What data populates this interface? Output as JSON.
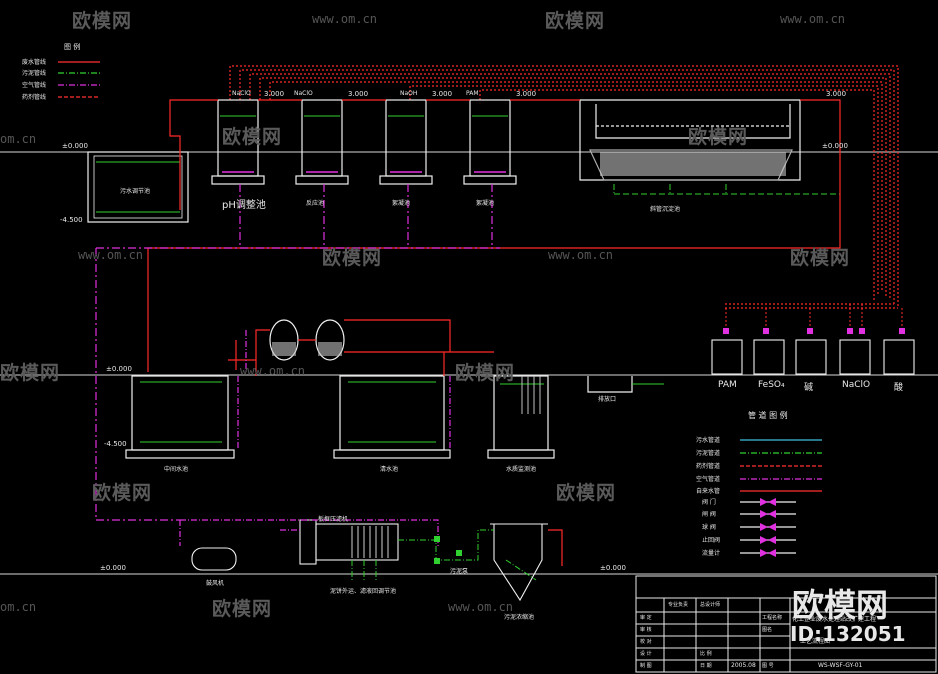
{
  "watermark": {
    "brand": "欧模网",
    "url": "www.om.cn",
    "url_short": "om.cn",
    "id_text": "ID:132051"
  },
  "legend_top": {
    "title": "图 例",
    "items": [
      {
        "label": "废水管线",
        "color": "#ff3030"
      },
      {
        "label": "污泥管线",
        "color": "#30d030"
      },
      {
        "label": "空气管线",
        "color": "#e030e0"
      },
      {
        "label": "药剂管线",
        "color": "#ff3030"
      }
    ]
  },
  "levels": {
    "top_left": "±0.000",
    "top_left_neg": "-4.500",
    "top_right": "±0.000",
    "mid_left": "±0.000",
    "mid_left_neg": "-4.500",
    "bottom_left": "±0.000",
    "bottom_right": "±0.000",
    "tank_level": "3.000",
    "right_level": "3.000"
  },
  "tanks_top": [
    {
      "label": "污水调节池",
      "chem": ""
    },
    {
      "label": "pH调整池",
      "chem": "NaClO"
    },
    {
      "label": "反应池",
      "chem": "NaClO"
    },
    {
      "label": "絮凝池",
      "chem": "NaOH"
    },
    {
      "label": "絮凝池",
      "chem": "PAM"
    },
    {
      "label": "斜管沉淀池",
      "chem": ""
    }
  ],
  "tanks_mid": [
    {
      "label": "中间水池"
    },
    {
      "label": "清水池"
    },
    {
      "label": "水质监测池"
    },
    {
      "label": "排放口"
    }
  ],
  "dosing_tanks": [
    "PAM",
    "FeSO₄",
    "碱",
    "NaClO",
    "酸"
  ],
  "bottom_equipment": {
    "blower": "鼓风机",
    "filter_press": "板框压滤机",
    "sludge_out": "泥饼外运、滤液回调节池",
    "sludge_tank": "污泥浓缩池",
    "pump": "污泥泵"
  },
  "legend_pipe": {
    "title": "管 道 图 例",
    "items": [
      {
        "label": "污水管道",
        "color": "#40c0e0"
      },
      {
        "label": "污泥管道",
        "color": "#30d030"
      },
      {
        "label": "药剂管道",
        "color": "#ff3030"
      },
      {
        "label": "空气管道",
        "color": "#e030e0"
      },
      {
        "label": "自来水管",
        "color": "#ff3030"
      },
      {
        "label": "阀 门",
        "color": "#e030e0"
      },
      {
        "label": "闸 阀",
        "color": "#e030e0"
      },
      {
        "label": "球 阀",
        "color": "#e030e0"
      },
      {
        "label": "止回阀",
        "color": "#e030e0"
      },
      {
        "label": "流量计",
        "color": "#e030e0"
      }
    ]
  },
  "title_block": {
    "project": "化工企业废水处理站改扩建工程",
    "drawing": "工艺流程图",
    "date": "2005.08",
    "code": "WS-WSF-GY-01",
    "row_labels": [
      "审 定",
      "审 核",
      "校 对",
      "设 计",
      "制 图"
    ],
    "col_labels": [
      "专业负责",
      "总设计师",
      "工程名称",
      "图名",
      "比 例",
      "日 期",
      "图 号"
    ]
  }
}
